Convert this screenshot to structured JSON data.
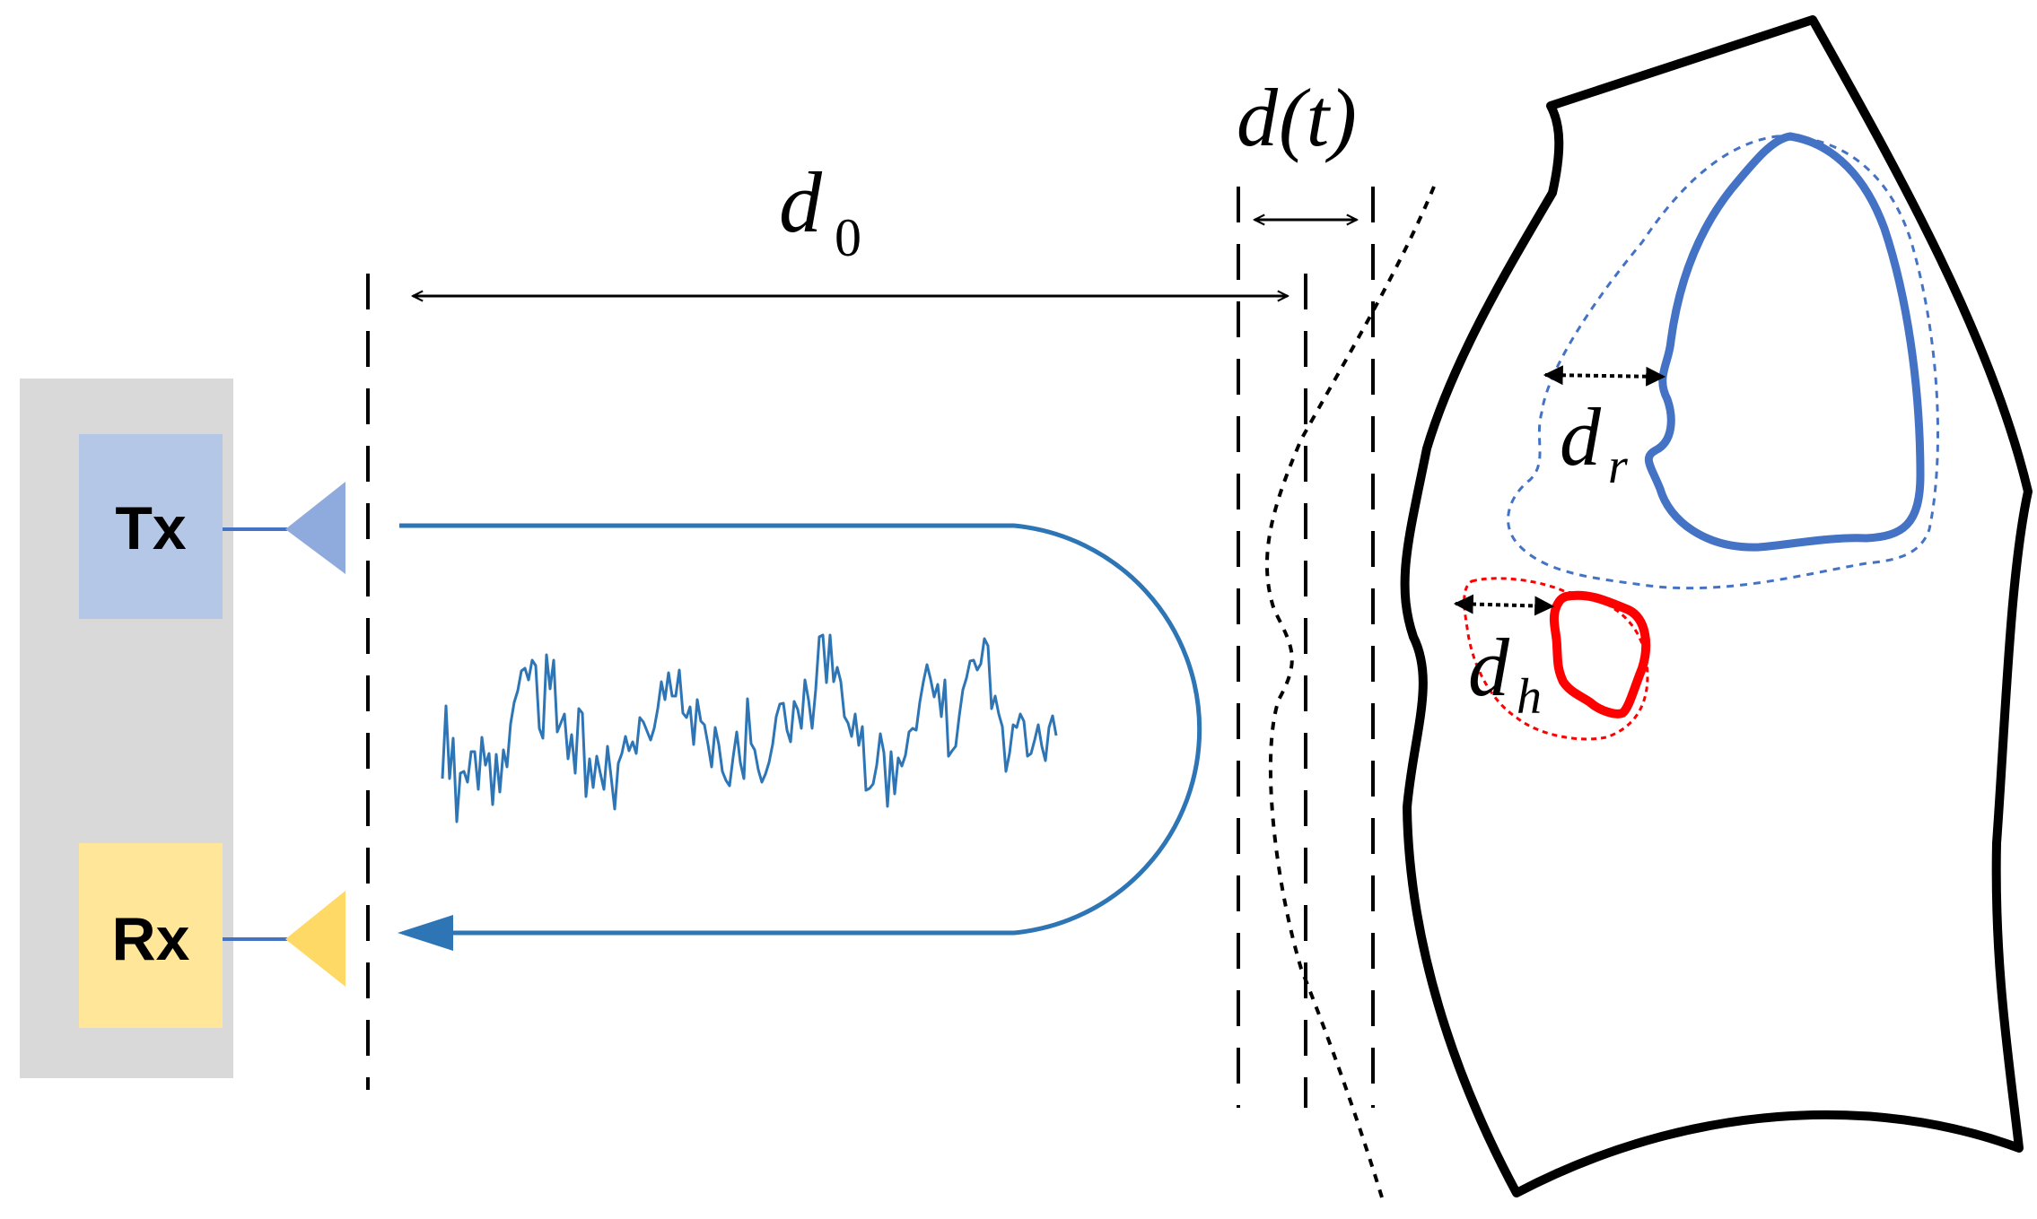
{
  "radar": {
    "tx_label": "Tx",
    "rx_label": "Rx"
  },
  "distances": {
    "d0_main": "d",
    "d0_sub": "0",
    "dt_main": "d",
    "dt_paren": "(t)",
    "dr_main": "d",
    "dr_sub": "r",
    "dh_main": "d",
    "dh_sub": "h"
  },
  "colors": {
    "tx_box": "#b4c7e7",
    "rx_box": "#ffe699",
    "tx_antenna": "#8faadc",
    "rx_antenna": "#ffd966",
    "device_bg": "#d9d9d9",
    "signal": "#2e75b6",
    "lung": "#4472c4",
    "heart": "#ff0000"
  }
}
